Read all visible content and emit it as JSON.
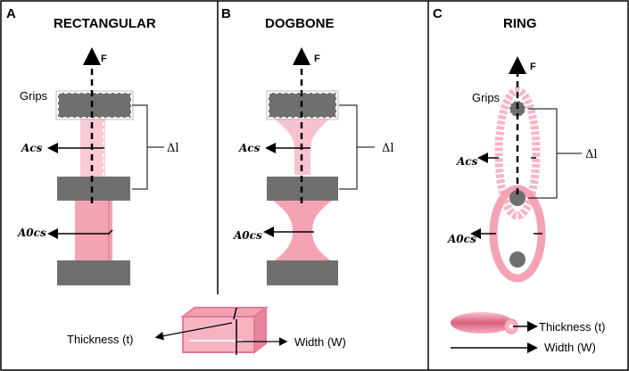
{
  "panels": {
    "a": {
      "letter": "A",
      "title": "RECTANGULAR"
    },
    "b": {
      "letter": "B",
      "title": "DOGBONE"
    },
    "c": {
      "letter": "C",
      "title": "RING"
    }
  },
  "labels": {
    "force": "F",
    "grips": "Grips",
    "acs": "Acs",
    "a0cs": "A0cs",
    "delta_l": "Δl",
    "thickness": "Thickness (t)",
    "width": "Width (W)"
  },
  "colors": {
    "sample_pink": "#f4a3b4",
    "sample_pink_dark": "#e46f8a",
    "grip_gray": "#6f6f6f",
    "outline": "#000000"
  }
}
